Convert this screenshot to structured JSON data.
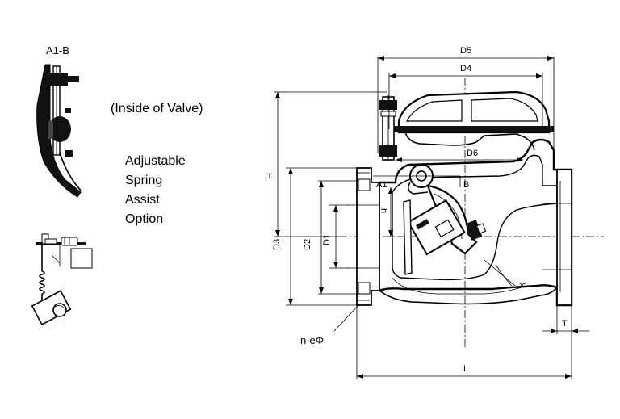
{
  "labels": {
    "detail_ab": "A1-B",
    "inside_note": "(Inside of Valve)",
    "option_line1": "Adjustable",
    "option_line2": "Spring",
    "option_line3": "Assist",
    "option_line4": "Option",
    "d5": "D5",
    "d4": "D4",
    "d6": "D6",
    "h_total": "H",
    "a1": "A1",
    "b": "B",
    "h_small": "h",
    "d3": "D3",
    "d2": "D2",
    "d1": "D1",
    "bolt": "n-eΦ",
    "t": "T",
    "l": "L"
  },
  "colors": {
    "ink": "#000000",
    "paper": "#ffffff"
  }
}
